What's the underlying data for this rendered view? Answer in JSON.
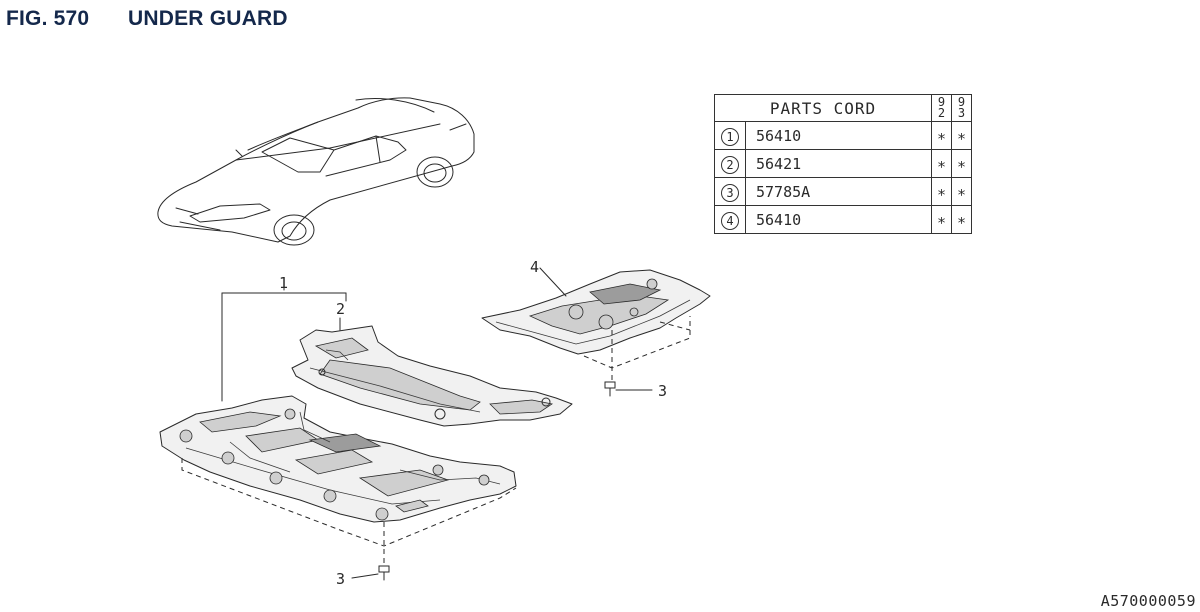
{
  "header": {
    "fig_number": "FIG. 570",
    "title": "UNDER GUARD"
  },
  "parts_table": {
    "title": "PARTS CORD",
    "year_columns": [
      {
        "top": "9",
        "bottom": "2"
      },
      {
        "top": "9",
        "bottom": "3"
      }
    ],
    "rows": [
      {
        "no": "1",
        "code": "56410",
        "marks": [
          "∗",
          "∗"
        ]
      },
      {
        "no": "2",
        "code": "56421",
        "marks": [
          "∗",
          "∗"
        ]
      },
      {
        "no": "3",
        "code": "57785A",
        "marks": [
          "∗",
          "∗"
        ]
      },
      {
        "no": "4",
        "code": "56410",
        "marks": [
          "∗",
          "∗"
        ]
      }
    ]
  },
  "callouts": {
    "part1": "1",
    "part2": "2",
    "part3_upper": "3",
    "part3_lower": "3",
    "part4": "4"
  },
  "reference_code": "A570000059"
}
